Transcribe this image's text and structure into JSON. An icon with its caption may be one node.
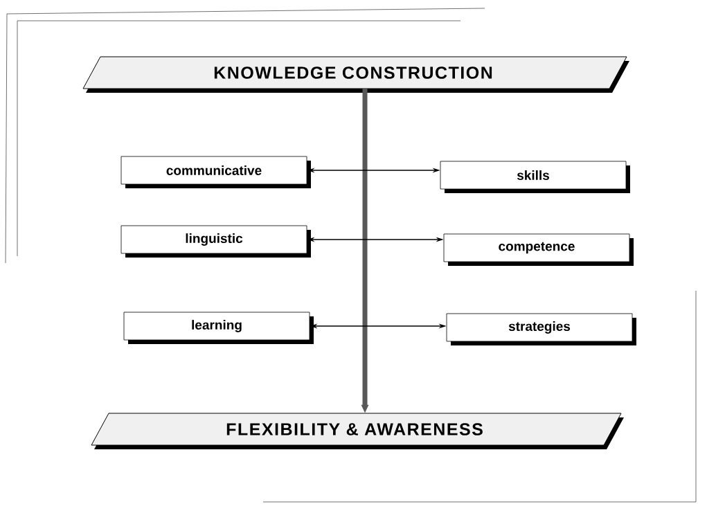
{
  "diagram": {
    "nodes": [
      {
        "text": [
          "KNOWLEDGE CONSTRUCTION"
        ]
      },
      {
        "text": [
          "communicative"
        ]
      },
      {
        "text": [
          "skills"
        ]
      },
      {
        "text": [
          "linguistic"
        ]
      },
      {
        "text": [
          "competence"
        ]
      },
      {
        "text": [
          "learning"
        ]
      },
      {
        "text": [
          "strategies"
        ]
      },
      {
        "text": [
          "FLEXIBILITY & AWARENESS"
        ]
      }
    ],
    "edges": [
      {
        "from": 0,
        "to": 7,
        "arrow": "to",
        "style": "thick"
      },
      {
        "from": 1,
        "to": 2,
        "arrow": "both"
      },
      {
        "from": 3,
        "to": 4,
        "arrow": "both"
      },
      {
        "from": 5,
        "to": 6,
        "arrow": "both"
      }
    ]
  }
}
